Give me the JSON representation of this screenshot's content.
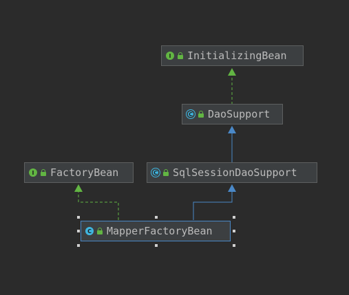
{
  "nodes": [
    {
      "id": "initializingbean",
      "label": "InitializingBean",
      "kind": "interface",
      "icon": "interface-icon"
    },
    {
      "id": "daosupport",
      "label": "DaoSupport",
      "kind": "abstract",
      "icon": "abstract-class-icon"
    },
    {
      "id": "factorybean",
      "label": "FactoryBean",
      "kind": "interface",
      "icon": "interface-icon"
    },
    {
      "id": "sqlsessiondaosupport",
      "label": "SqlSessionDaoSupport",
      "kind": "abstract",
      "icon": "abstract-class-icon"
    },
    {
      "id": "mapperfactorybean",
      "label": "MapperFactoryBean",
      "kind": "class",
      "icon": "class-icon",
      "selected": true
    }
  ],
  "edges": [
    {
      "from": "daosupport",
      "to": "initializingbean",
      "type": "implements"
    },
    {
      "from": "sqlsessiondaosupport",
      "to": "daosupport",
      "type": "extends"
    },
    {
      "from": "mapperfactorybean",
      "to": "sqlsessiondaosupport",
      "type": "extends"
    },
    {
      "from": "mapperfactorybean",
      "to": "factorybean",
      "type": "implements"
    }
  ],
  "colors": {
    "background": "#2b2b2b",
    "implements": "#62b543",
    "extends": "#4a88c7",
    "selection": "#4a88c7"
  }
}
